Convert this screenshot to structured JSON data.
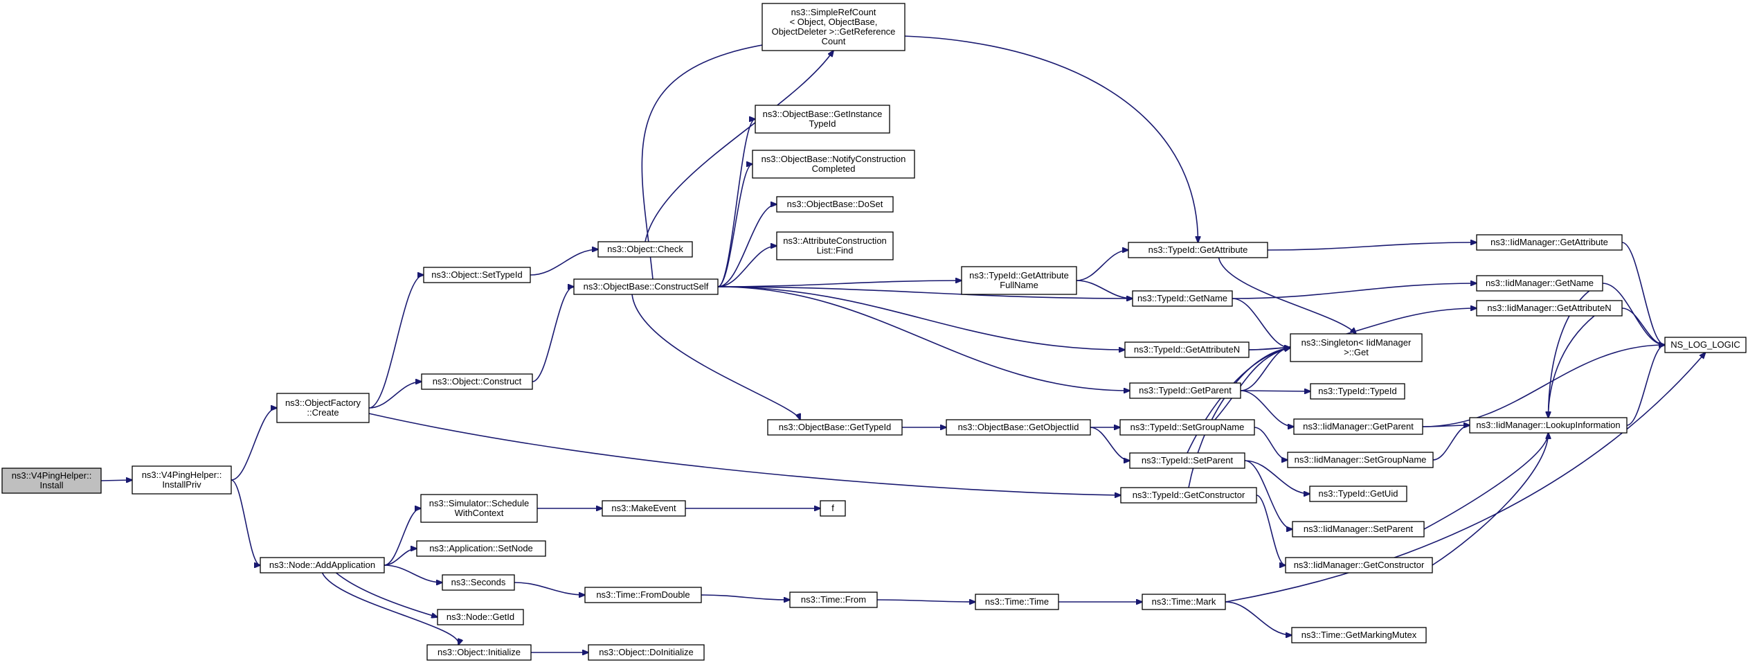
{
  "diagram": {
    "title": "",
    "edge_color": "#191970",
    "root_fill": "#bfbfbf",
    "node_fill": "#ffffff",
    "nodes": [
      {
        "id": "v4install",
        "lines": [
          "ns3::V4PingHelper::",
          "Install"
        ],
        "root": true
      },
      {
        "id": "installpriv",
        "lines": [
          "ns3::V4PingHelper::",
          "InstallPriv"
        ]
      },
      {
        "id": "ofcreate",
        "lines": [
          "ns3::ObjectFactory",
          "::Create"
        ]
      },
      {
        "id": "addapp",
        "lines": [
          "ns3::Node::AddApplication"
        ]
      },
      {
        "id": "settypeid",
        "lines": [
          "ns3::Object::SetTypeId"
        ]
      },
      {
        "id": "construct",
        "lines": [
          "ns3::Object::Construct"
        ]
      },
      {
        "id": "check",
        "lines": [
          "ns3::Object::Check"
        ]
      },
      {
        "id": "constructself",
        "lines": [
          "ns3::ObjectBase::ConstructSelf"
        ]
      },
      {
        "id": "getrefcount",
        "lines": [
          "ns3::SimpleRefCount",
          "< Object, ObjectBase,",
          "ObjectDeleter >::GetReference",
          "Count"
        ]
      },
      {
        "id": "getinstance",
        "lines": [
          "ns3::ObjectBase::GetInstance",
          "TypeId"
        ]
      },
      {
        "id": "notifyconst",
        "lines": [
          "ns3::ObjectBase::NotifyConstruction",
          "Completed"
        ]
      },
      {
        "id": "doset",
        "lines": [
          "ns3::ObjectBase::DoSet"
        ]
      },
      {
        "id": "acfind",
        "lines": [
          "ns3::AttributeConstruction",
          "List::Find"
        ]
      },
      {
        "id": "getattrfull",
        "lines": [
          "ns3::TypeId::GetAttribute",
          "FullName"
        ]
      },
      {
        "id": "tgetattr",
        "lines": [
          "ns3::TypeId::GetAttribute"
        ]
      },
      {
        "id": "tgetname",
        "lines": [
          "ns3::TypeId::GetName"
        ]
      },
      {
        "id": "tgetattrn",
        "lines": [
          "ns3::TypeId::GetAttributeN"
        ]
      },
      {
        "id": "tgetparent",
        "lines": [
          "ns3::TypeId::GetParent"
        ]
      },
      {
        "id": "obgettypeid",
        "lines": [
          "ns3::ObjectBase::GetTypeId"
        ]
      },
      {
        "id": "getobjectiid",
        "lines": [
          "ns3::ObjectBase::GetObjectIid"
        ]
      },
      {
        "id": "tsetgroup",
        "lines": [
          "ns3::TypeId::SetGroupName"
        ]
      },
      {
        "id": "tsetparent",
        "lines": [
          "ns3::TypeId::SetParent"
        ]
      },
      {
        "id": "tgetconstructor",
        "lines": [
          "ns3::TypeId::GetConstructor"
        ]
      },
      {
        "id": "igetattr",
        "lines": [
          "ns3::IidManager::GetAttribute"
        ]
      },
      {
        "id": "igetname",
        "lines": [
          "ns3::IidManager::GetName"
        ]
      },
      {
        "id": "igetattrn",
        "lines": [
          "ns3::IidManager::GetAttributeN"
        ]
      },
      {
        "id": "singleton",
        "lines": [
          "ns3::Singleton< IidManager",
          ">::Get"
        ]
      },
      {
        "id": "ttypeid",
        "lines": [
          "ns3::TypeId::TypeId"
        ]
      },
      {
        "id": "igetparent",
        "lines": [
          "ns3::IidManager::GetParent"
        ]
      },
      {
        "id": "isetgroup",
        "lines": [
          "ns3::IidManager::SetGroupName"
        ]
      },
      {
        "id": "tgetuid",
        "lines": [
          "ns3::TypeId::GetUid"
        ]
      },
      {
        "id": "isetparent",
        "lines": [
          "ns3::IidManager::SetParent"
        ]
      },
      {
        "id": "igetconstructor",
        "lines": [
          "ns3::IidManager::GetConstructor"
        ]
      },
      {
        "id": "lookup",
        "lines": [
          "ns3::IidManager::LookupInformation"
        ]
      },
      {
        "id": "nslog",
        "lines": [
          "NS_LOG_LOGIC"
        ]
      },
      {
        "id": "schedule",
        "lines": [
          "ns3::Simulator::Schedule",
          "WithContext"
        ]
      },
      {
        "id": "makeevent",
        "lines": [
          "ns3::MakeEvent"
        ]
      },
      {
        "id": "f",
        "lines": [
          "f"
        ]
      },
      {
        "id": "setnode",
        "lines": [
          "ns3::Application::SetNode"
        ]
      },
      {
        "id": "seconds",
        "lines": [
          "ns3::Seconds"
        ]
      },
      {
        "id": "fromdouble",
        "lines": [
          "ns3::Time::FromDouble"
        ]
      },
      {
        "id": "timefrom",
        "lines": [
          "ns3::Time::From"
        ]
      },
      {
        "id": "timetime",
        "lines": [
          "ns3::Time::Time"
        ]
      },
      {
        "id": "timemark",
        "lines": [
          "ns3::Time::Mark"
        ]
      },
      {
        "id": "getmarking",
        "lines": [
          "ns3::Time::GetMarkingMutex"
        ]
      },
      {
        "id": "nodegetid",
        "lines": [
          "ns3::Node::GetId"
        ]
      },
      {
        "id": "objinit",
        "lines": [
          "ns3::Object::Initialize"
        ]
      },
      {
        "id": "doinit",
        "lines": [
          "ns3::Object::DoInitialize"
        ]
      }
    ],
    "edges": [
      [
        "v4install",
        "installpriv"
      ],
      [
        "installpriv",
        "ofcreate"
      ],
      [
        "installpriv",
        "addapp"
      ],
      [
        "ofcreate",
        "settypeid"
      ],
      [
        "ofcreate",
        "construct"
      ],
      [
        "ofcreate",
        "tgetconstructor"
      ],
      [
        "settypeid",
        "check"
      ],
      [
        "check",
        "getrefcount"
      ],
      [
        "construct",
        "constructself"
      ],
      [
        "constructself",
        "getinstance"
      ],
      [
        "constructself",
        "notifyconst"
      ],
      [
        "constructself",
        "doset"
      ],
      [
        "constructself",
        "acfind"
      ],
      [
        "constructself",
        "tgetattr"
      ],
      [
        "constructself",
        "getattrfull"
      ],
      [
        "constructself",
        "tgetname"
      ],
      [
        "constructself",
        "tgetattrn"
      ],
      [
        "constructself",
        "tgetparent"
      ],
      [
        "constructself",
        "obgettypeid"
      ],
      [
        "getattrfull",
        "tgetattr"
      ],
      [
        "getattrfull",
        "tgetname"
      ],
      [
        "tgetattr",
        "igetattr"
      ],
      [
        "tgetattr",
        "singleton"
      ],
      [
        "tgetname",
        "igetname"
      ],
      [
        "tgetname",
        "singleton"
      ],
      [
        "tgetattrn",
        "igetattrn"
      ],
      [
        "tgetattrn",
        "singleton"
      ],
      [
        "tgetparent",
        "singleton"
      ],
      [
        "tgetparent",
        "ttypeid"
      ],
      [
        "tgetparent",
        "igetparent"
      ],
      [
        "obgettypeid",
        "getobjectiid"
      ],
      [
        "getobjectiid",
        "tsetgroup"
      ],
      [
        "getobjectiid",
        "tsetparent"
      ],
      [
        "tsetgroup",
        "singleton"
      ],
      [
        "tsetgroup",
        "isetgroup"
      ],
      [
        "tsetparent",
        "singleton"
      ],
      [
        "tsetparent",
        "tgetuid"
      ],
      [
        "tsetparent",
        "isetparent"
      ],
      [
        "tgetconstructor",
        "singleton"
      ],
      [
        "tgetconstructor",
        "igetconstructor"
      ],
      [
        "igetattr",
        "nslog"
      ],
      [
        "igetname",
        "nslog"
      ],
      [
        "igetname",
        "lookup"
      ],
      [
        "igetattrn",
        "nslog"
      ],
      [
        "igetattrn",
        "lookup"
      ],
      [
        "igetparent",
        "lookup"
      ],
      [
        "isetgroup",
        "lookup"
      ],
      [
        "isetparent",
        "lookup"
      ],
      [
        "igetconstructor",
        "lookup"
      ],
      [
        "lookup",
        "nslog"
      ],
      [
        "igetparent",
        "nslog"
      ],
      [
        "addapp",
        "schedule"
      ],
      [
        "addapp",
        "setnode"
      ],
      [
        "addapp",
        "seconds"
      ],
      [
        "addapp",
        "nodegetid"
      ],
      [
        "addapp",
        "objinit"
      ],
      [
        "schedule",
        "makeevent"
      ],
      [
        "makeevent",
        "f"
      ],
      [
        "seconds",
        "fromdouble"
      ],
      [
        "fromdouble",
        "timefrom"
      ],
      [
        "timefrom",
        "timetime"
      ],
      [
        "timetime",
        "timemark"
      ],
      [
        "timemark",
        "nslog"
      ],
      [
        "timemark",
        "getmarking"
      ],
      [
        "objinit",
        "doinit"
      ]
    ]
  }
}
